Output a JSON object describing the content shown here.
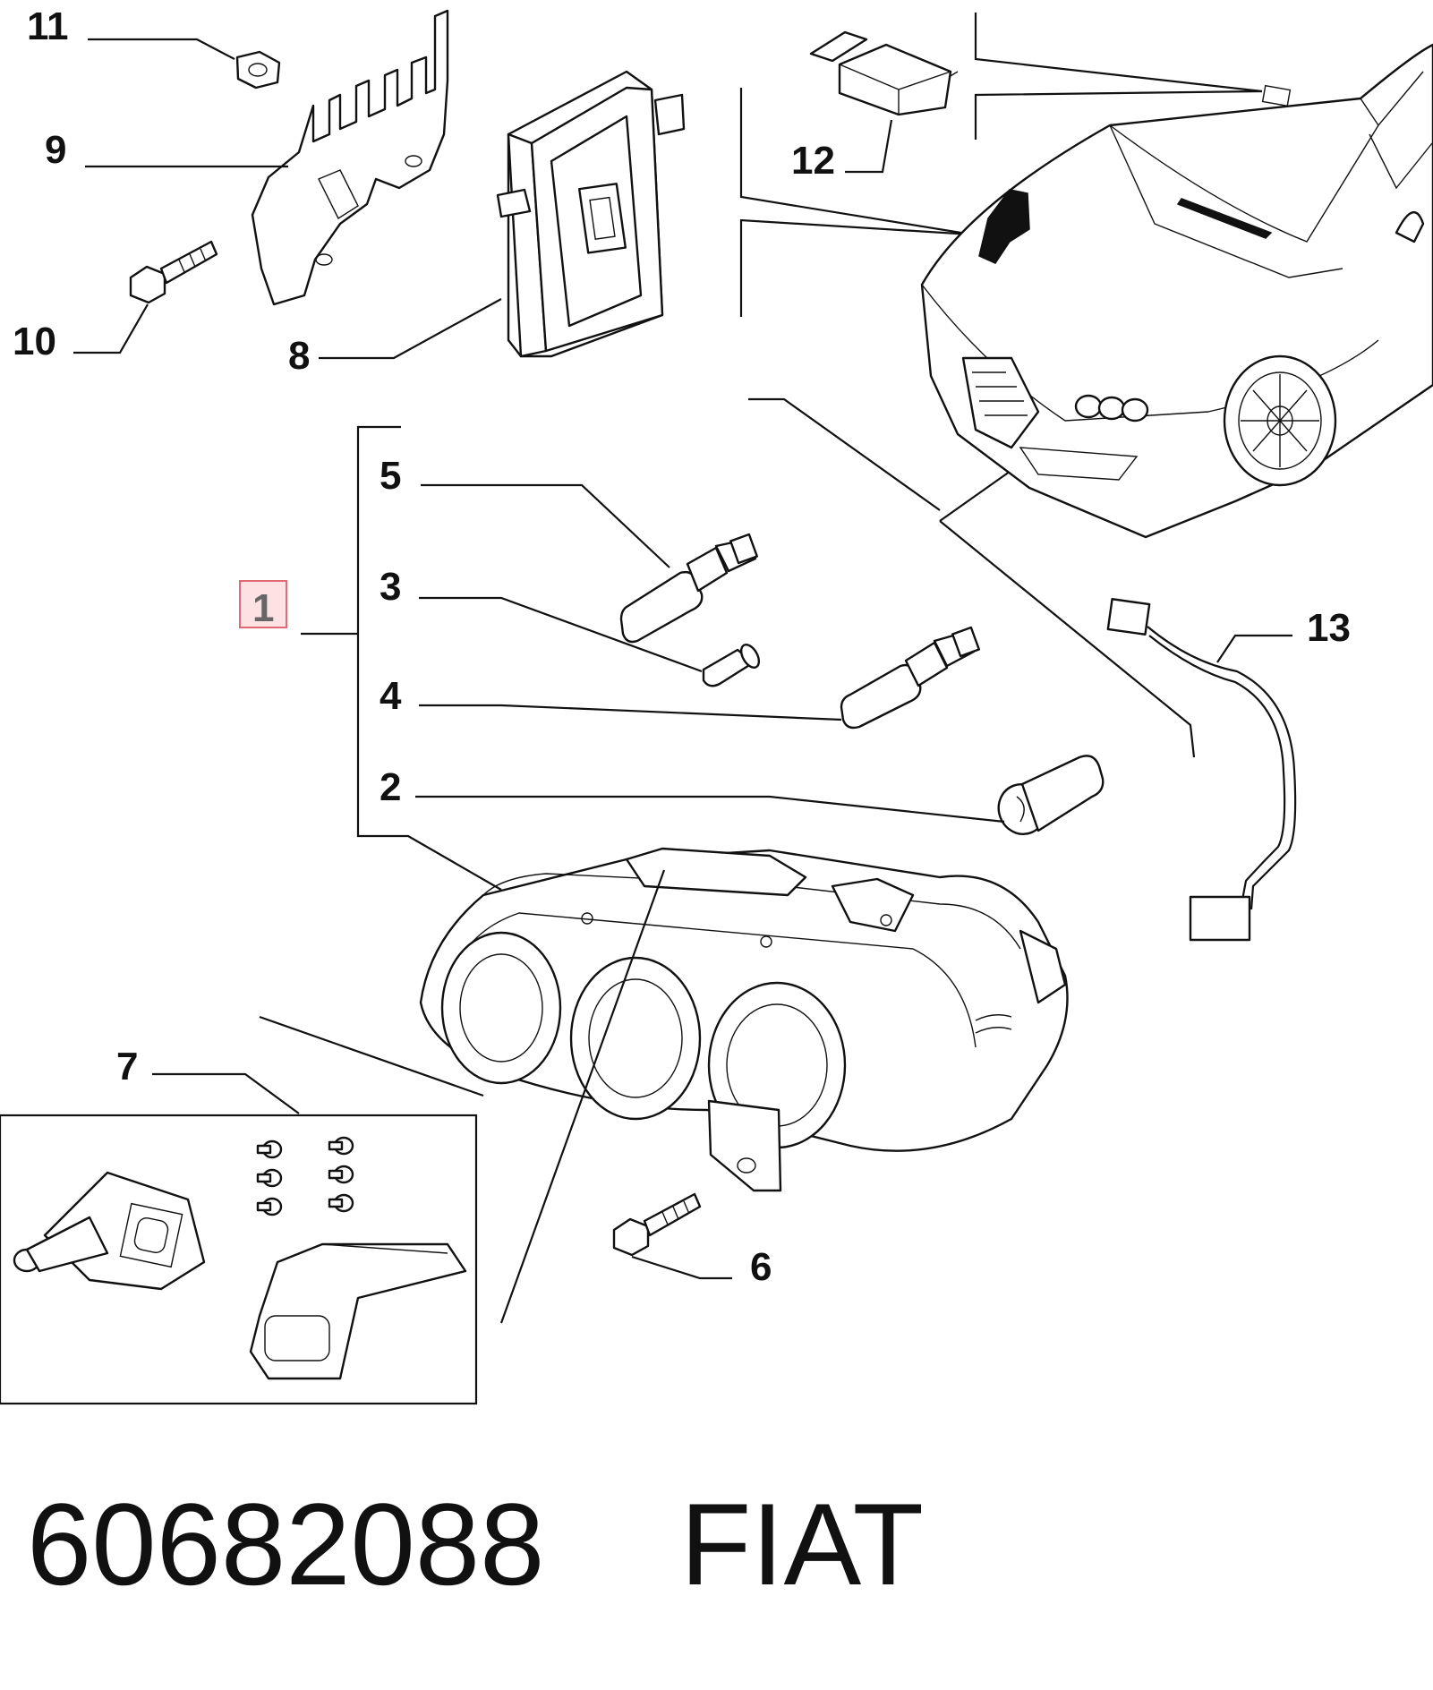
{
  "callouts": {
    "c1": "1",
    "c2": "2",
    "c3": "3",
    "c4": "4",
    "c5": "5",
    "c6": "6",
    "c7": "7",
    "c8": "8",
    "c9": "9",
    "c10": "10",
    "c11": "11",
    "c12": "12",
    "c13": "13"
  },
  "footer": {
    "part_number": "60682088",
    "brand": "FIAT"
  },
  "colors": {
    "highlight_fill": "#fde2e4",
    "highlight_border": "#e06b75"
  }
}
